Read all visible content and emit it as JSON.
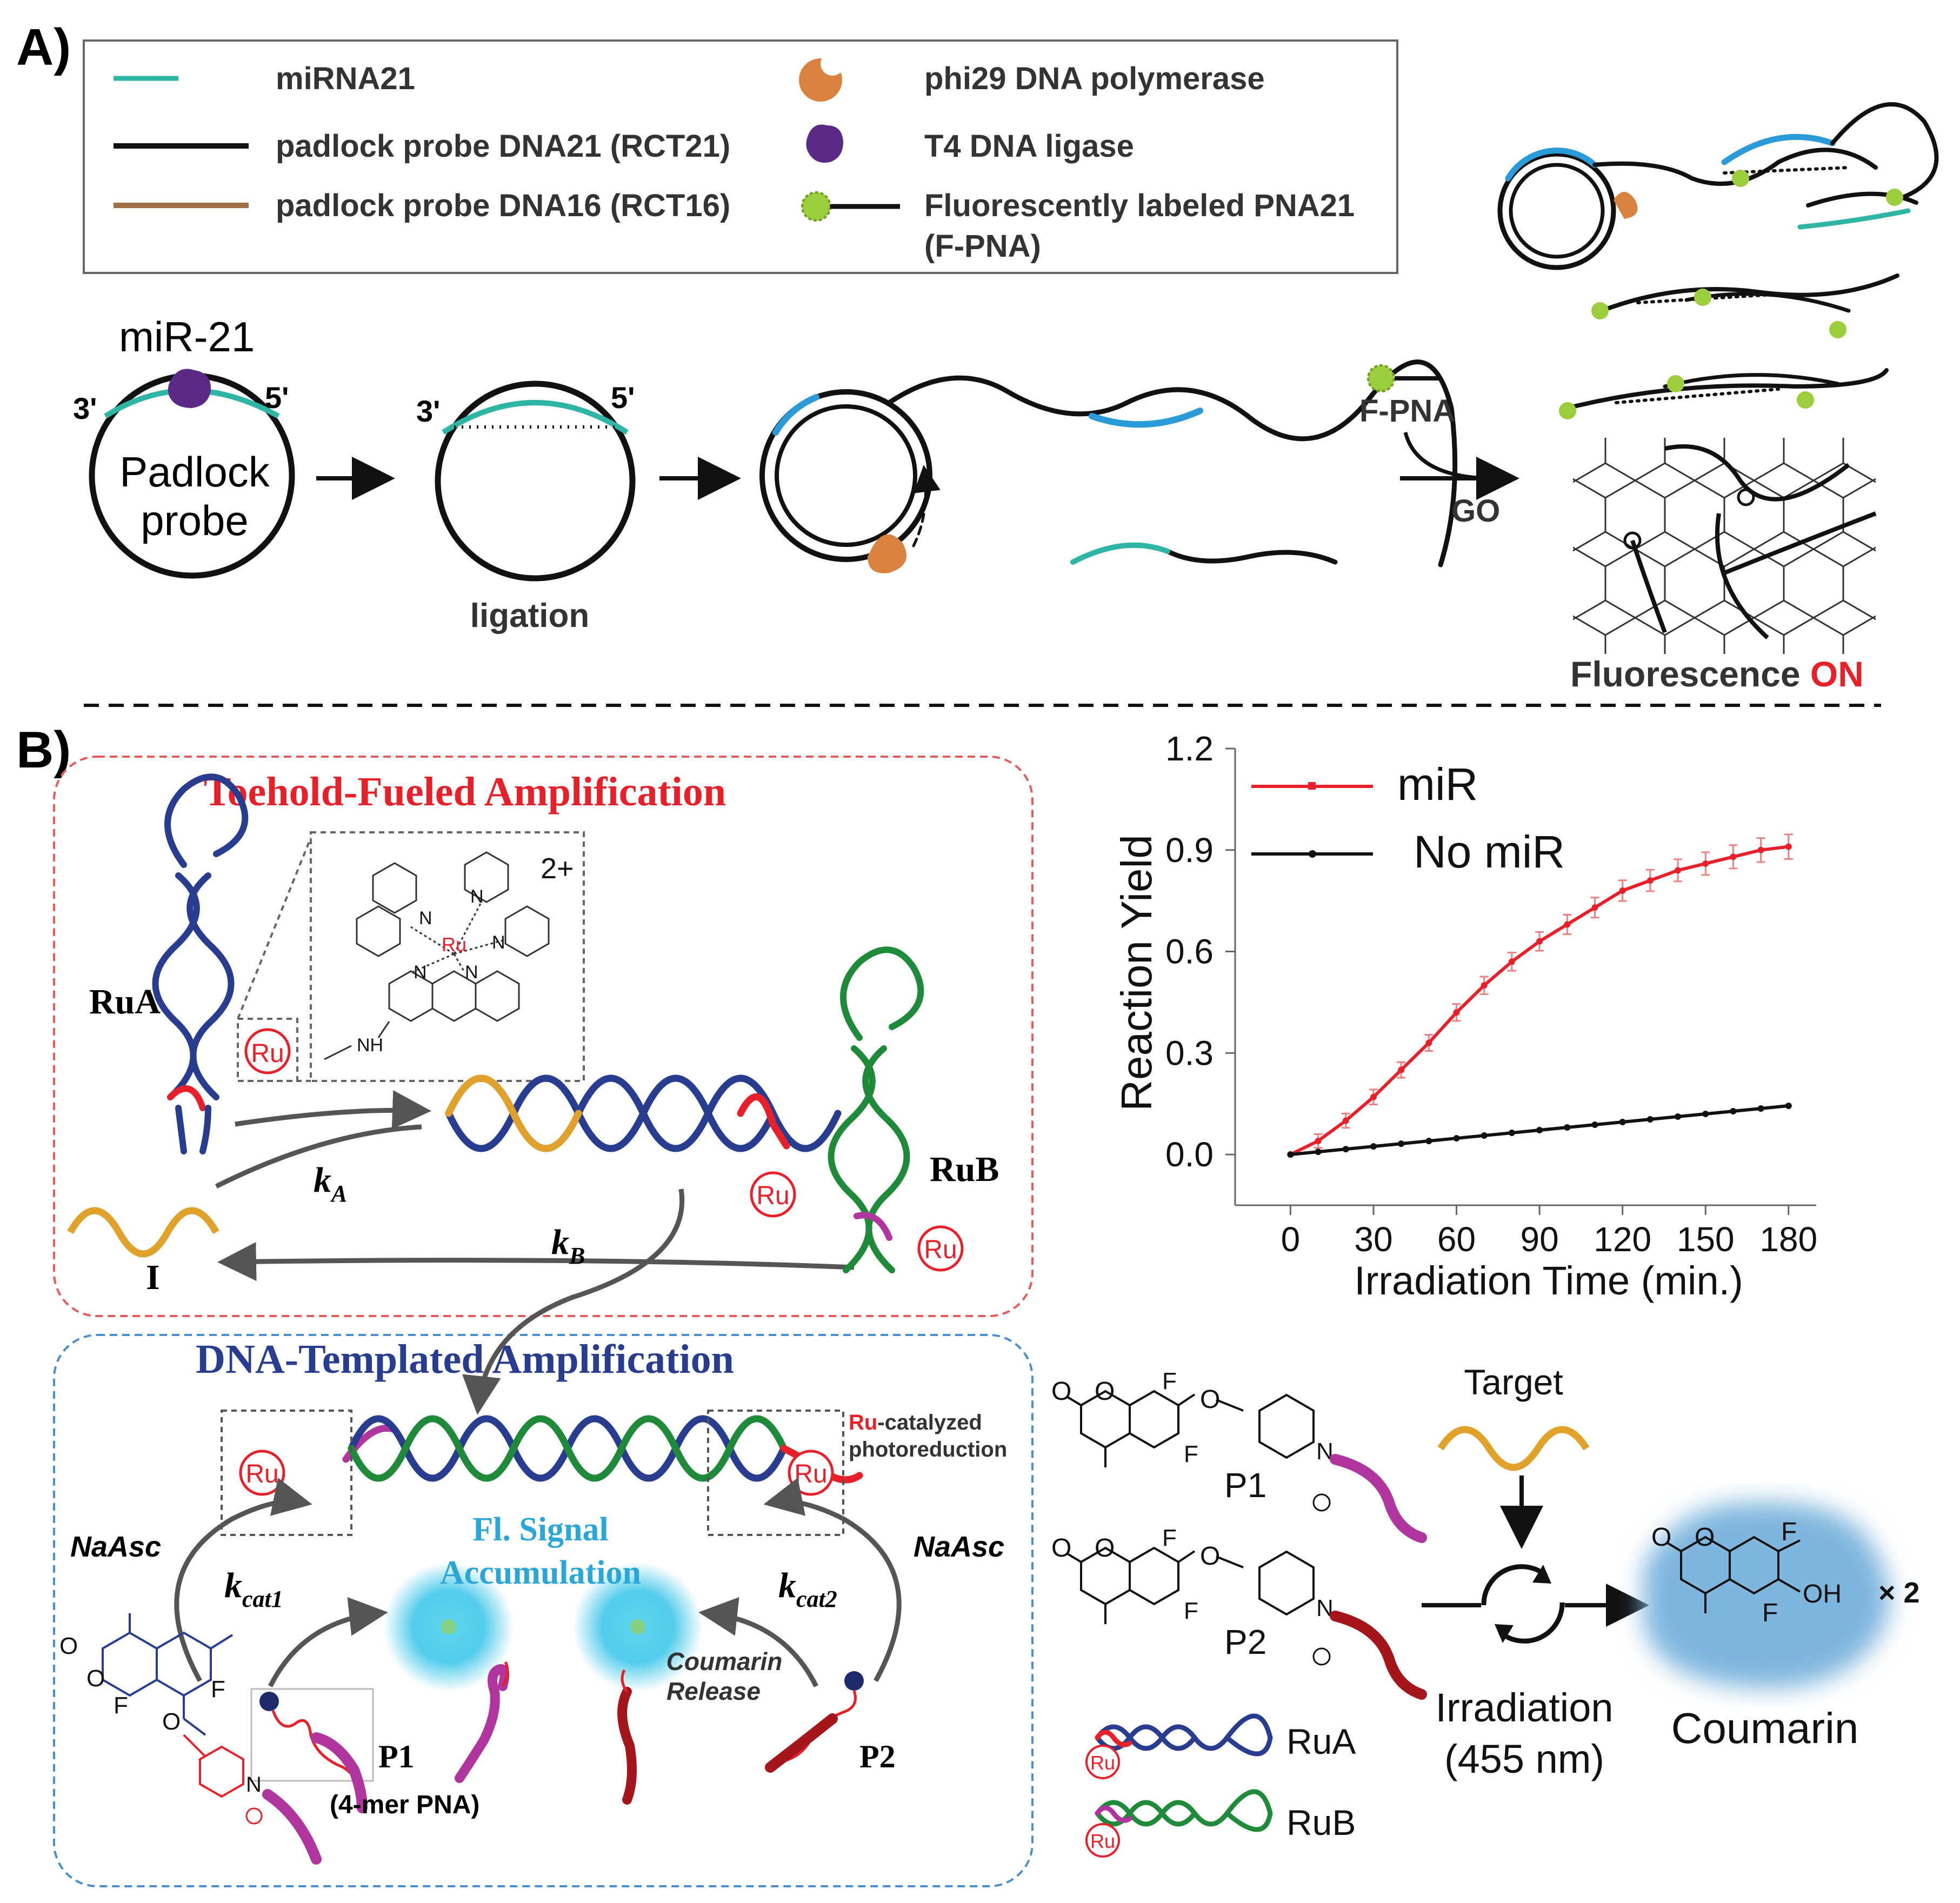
{
  "panelA": {
    "label": "A)",
    "legend": {
      "mirna": "miRNA21",
      "rct21": "padlock probe DNA21 (RCT21)",
      "rct16": "padlock probe DNA16 (RCT16)",
      "phi29": "phi29 DNA polymerase",
      "t4": "T4 DNA ligase",
      "fpna": "Fluorescently labeled PNA21",
      "fpna_abbr": "(F-PNA)"
    },
    "mir21": "miR-21",
    "prime3": "3'",
    "prime5": "5'",
    "padlock_line1": "Padlock",
    "padlock_line2": "probe",
    "ligation": "ligation",
    "fpna": "F-PNA",
    "go": "GO",
    "fluorescence": "Fluorescence",
    "on": "ON"
  },
  "panelB": {
    "label": "B)",
    "toehold_title": "Toehold-Fueled Amplification",
    "template_title": "DNA-Templated  Amplification",
    "rua": "RuA",
    "rub": "RuB",
    "ru": "Ru",
    "charge": "2+",
    "nh": "NH",
    "n": "N",
    "i_label": "I",
    "ka": "k",
    "ka_sub": "A",
    "kb": "k",
    "kb_sub": "B",
    "kcat1": "k",
    "kcat1_sub": "cat1",
    "kcat2": "k",
    "kcat2_sub": "cat2",
    "naasc": "NaAsc",
    "ru_catalyzed": "Ru",
    "catalyzed_rest": "-catalyzed",
    "photoreduction": "photoreduction",
    "signal_line1": "Fl. Signal",
    "signal_line2": "Accumulation",
    "coumarin_release1": "Coumarin",
    "coumarin_release2": "Release",
    "p1": "P1",
    "p2": "P2",
    "pna": "(4-mer PNA)",
    "o": "O",
    "f": "F",
    "target": "Target",
    "irradiation": "Irradiation",
    "wavelength": "(455 nm)",
    "coumarin": "Coumarin",
    "oh": "OH",
    "times2": "× 2"
  },
  "chart_data": {
    "type": "line",
    "title": "",
    "xlabel": "Irradiation Time (min.)",
    "ylabel": "Reaction Yield",
    "xlim": [
      -20,
      190
    ],
    "ylim": [
      -0.15,
      1.2
    ],
    "xticks": [
      0,
      30,
      60,
      90,
      120,
      150,
      180
    ],
    "yticks": [
      0.0,
      0.3,
      0.6,
      0.9,
      1.2
    ],
    "xtick_labels": [
      "0",
      "30",
      "60",
      "90",
      "120",
      "150",
      "180"
    ],
    "ytick_labels": [
      "0.0",
      "0.3",
      "0.6",
      "0.9",
      "1.2"
    ],
    "legend_position": "top-left",
    "x": [
      0,
      10,
      20,
      30,
      40,
      50,
      60,
      70,
      80,
      90,
      100,
      110,
      120,
      130,
      140,
      150,
      160,
      170,
      180
    ],
    "series": [
      {
        "name": "miR",
        "color": "#e8202a",
        "error_bars": true,
        "values": [
          0.0,
          0.04,
          0.1,
          0.17,
          0.25,
          0.33,
          0.42,
          0.5,
          0.57,
          0.63,
          0.68,
          0.73,
          0.78,
          0.81,
          0.84,
          0.86,
          0.88,
          0.9,
          0.91
        ]
      },
      {
        "name": "No miR",
        "color": "#111111",
        "error_bars": false,
        "values": [
          0.0,
          0.008,
          0.016,
          0.024,
          0.032,
          0.04,
          0.048,
          0.056,
          0.064,
          0.072,
          0.08,
          0.088,
          0.096,
          0.104,
          0.112,
          0.12,
          0.128,
          0.136,
          0.144
        ]
      }
    ]
  },
  "colors": {
    "teal": "#2fb5a4",
    "black": "#111111",
    "brown": "#a06f46",
    "blue_segment": "#2b9ad8",
    "orange_poly": "#d9823f",
    "purple": "#5a2a86",
    "green_dot": "#9ccd3c",
    "navy": "#283d8f",
    "green": "#1f8a3a",
    "red": "#e8202a",
    "gold": "#e0a22a",
    "magenta": "#b0359e",
    "darkred": "#a5161c",
    "glow": "#35c4e8",
    "coumarin_bg": "#7fb6de"
  }
}
